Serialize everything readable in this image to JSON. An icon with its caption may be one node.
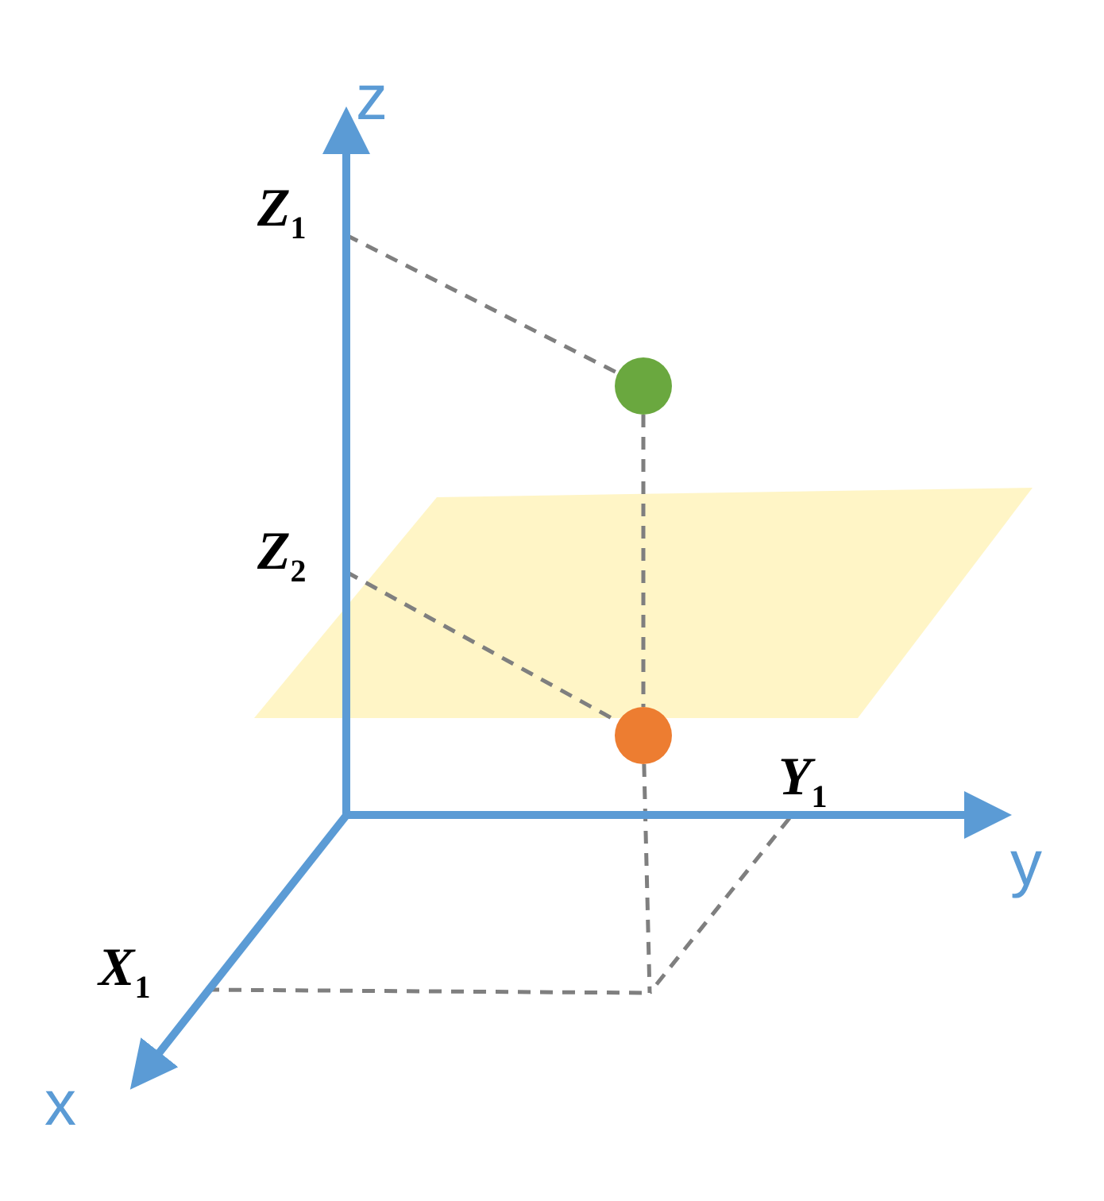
{
  "diagram": {
    "nodes": [
      {
        "text": [
          "Z$_{1}$"
        ]
      },
      {
        "text": [],
        "shape": "circle"
      },
      {
        "text": [
          "Z$_{2}$"
        ]
      },
      {
        "text": [],
        "shape": "circle"
      },
      {
        "text": [
          "X$_{1}$"
        ]
      },
      {
        "text": [
          "Y$_{1}$"
        ]
      }
    ],
    "edges": [
      {
        "from": 0,
        "to": 1,
        "arrow": "none",
        "style": "dashed"
      },
      {
        "from": 1,
        "to": 3,
        "arrow": "none",
        "style": "dashed"
      },
      {
        "from": 2,
        "to": 3,
        "arrow": "none",
        "style": "dashed"
      },
      {
        "from": 3,
        "to": null,
        "arrow": "none",
        "style": "dashed"
      },
      {
        "from": 4,
        "to": null,
        "arrow": "none",
        "style": "dashed"
      },
      {
        "from": 5,
        "to": null,
        "arrow": "none",
        "style": "dashed"
      }
    ],
    "labels": [
      "z",
      "y",
      "x"
    ]
  }
}
